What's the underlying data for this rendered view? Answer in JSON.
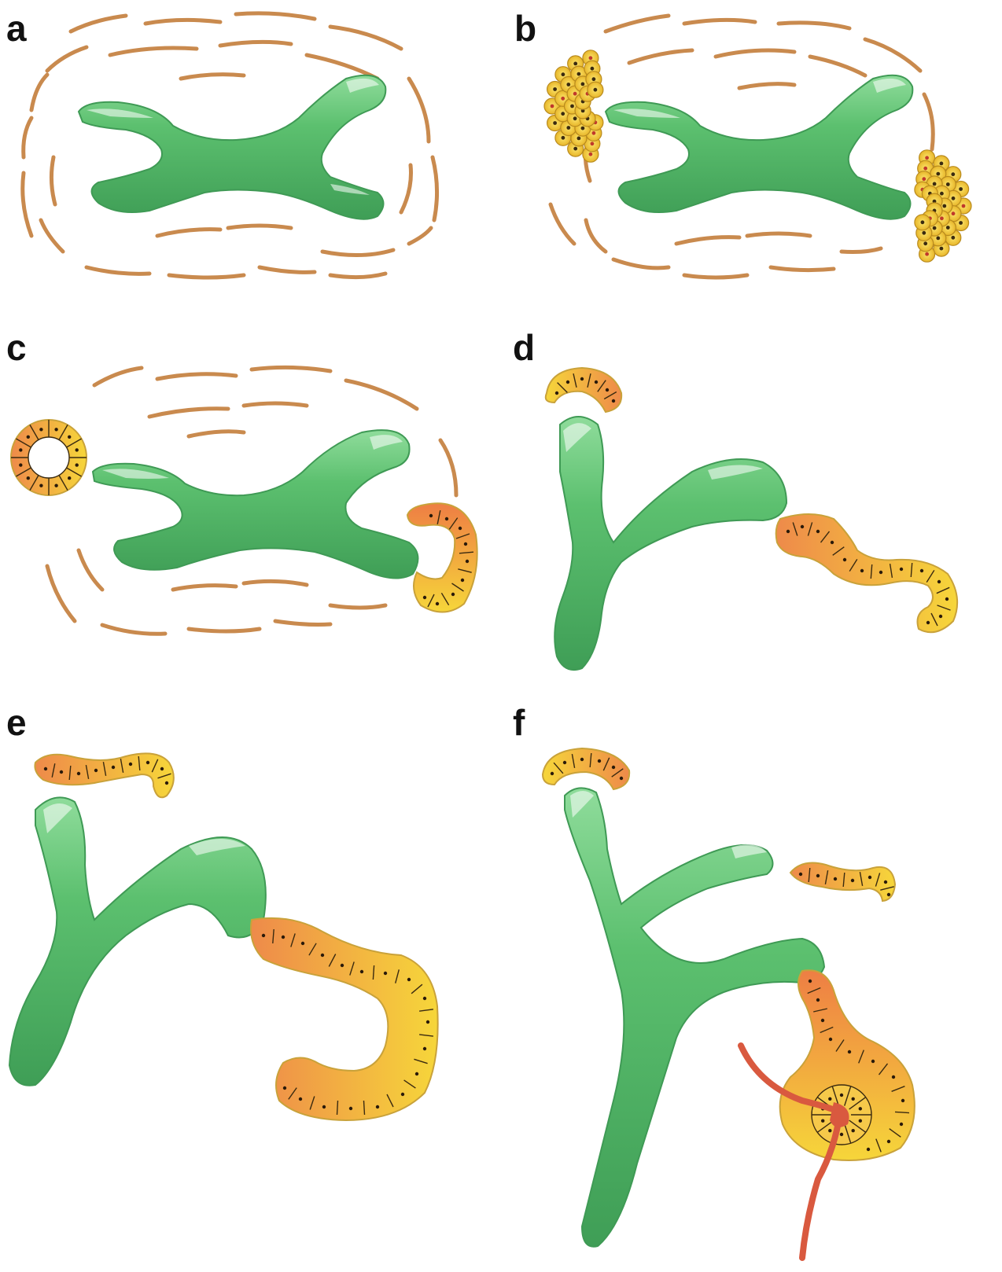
{
  "panels": [
    {
      "id": "a",
      "label": "a"
    },
    {
      "id": "b",
      "label": "b"
    },
    {
      "id": "c",
      "label": "c"
    },
    {
      "id": "d",
      "label": "d"
    },
    {
      "id": "e",
      "label": "e"
    },
    {
      "id": "f",
      "label": "f"
    }
  ],
  "colors": {
    "ureteric_bud": "#52b86a",
    "mesenchyme_fibers": "#c98a4e",
    "cap_cells_yellow": "#f6d63a",
    "cap_cells_orange": "#ee8a4a",
    "blood_vessel": "#d9593f"
  }
}
